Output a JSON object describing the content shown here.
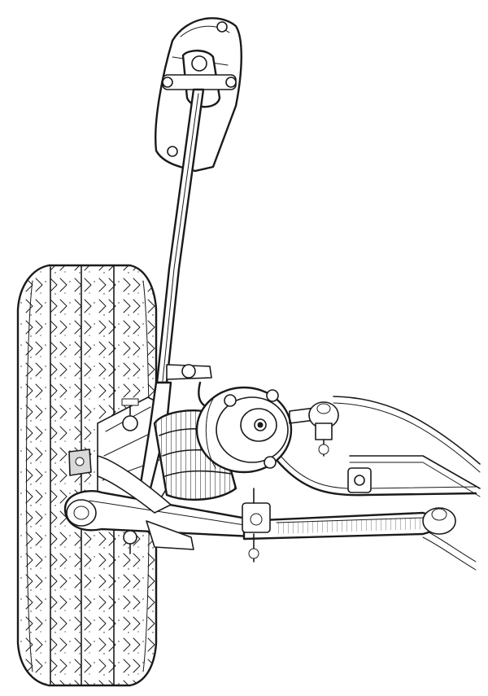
{
  "illustration": {
    "subject": "",
    "parts": [
      {
        "id": "tyre",
        "icon": "tyre-icon"
      },
      {
        "id": "upper-mount",
        "icon": "mount-bracket-icon"
      },
      {
        "id": "strut",
        "icon": "strut-icon"
      },
      {
        "id": "spring",
        "icon": "coil-spring-icon"
      },
      {
        "id": "hub",
        "icon": "hub-icon"
      },
      {
        "id": "lower-arm",
        "icon": "control-arm-icon"
      },
      {
        "id": "tie-rod",
        "icon": "tie-rod-icon"
      },
      {
        "id": "anti-roll-bar",
        "icon": "anti-roll-bar-icon"
      },
      {
        "id": "subframe",
        "icon": "subframe-icon"
      }
    ],
    "ink_color": "#1a1a1a",
    "paper_color": "#ffffff"
  }
}
